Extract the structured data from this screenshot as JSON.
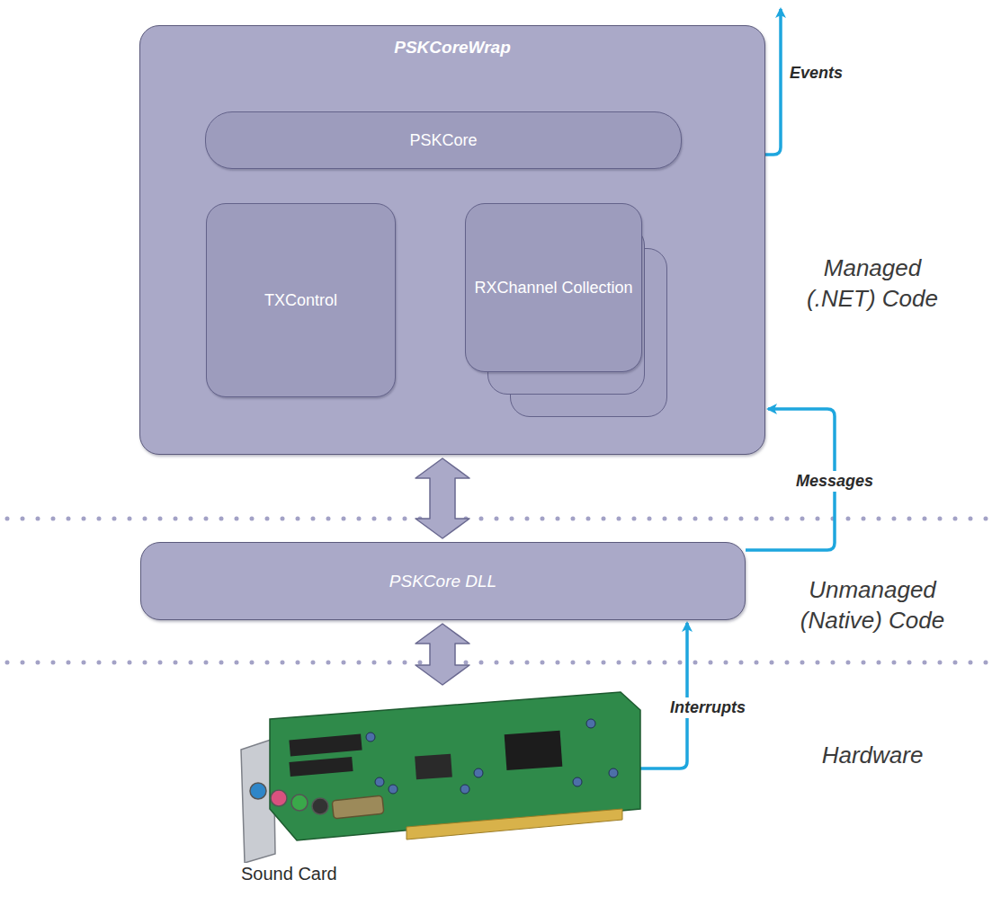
{
  "diagram": {
    "nodes": [
      {
        "text": [
          "PSKCoreWrap"
        ]
      },
      {
        "text": [
          "PSKCore"
        ],
        "in": 0
      },
      {
        "text": [
          "TXControl"
        ],
        "in": 0
      },
      {
        "text": [
          "RXChannel Collection"
        ],
        "in": 0
      },
      {
        "text": [
          "PSKCore DLL"
        ]
      },
      {
        "text": [
          "Sound Card"
        ]
      }
    ],
    "edges": [
      {
        "from": 0,
        "to": 4,
        "arrow": "both"
      },
      {
        "from": 4,
        "to": 5,
        "arrow": "both"
      },
      {
        "from": 5,
        "to": 4,
        "label": "Interrupts",
        "arrow": "to"
      },
      {
        "from": 4,
        "to": 0,
        "label": "Messages",
        "arrow": "to"
      }
    ],
    "labels": [
      "Events",
      "Managed (.NET) Code",
      "Unmanaged (Native) Code",
      "Hardware"
    ]
  }
}
